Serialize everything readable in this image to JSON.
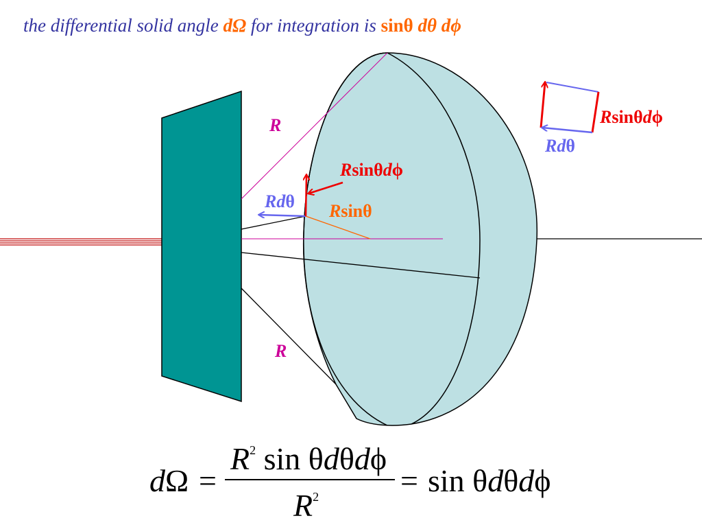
{
  "title": {
    "prefix": "the differential solid angle ",
    "d_omega": "dΩ",
    "middle": "  for integration is ",
    "sin_theta": "sinθ",
    "d_theta": "dθ",
    "d_phi": "dϕ"
  },
  "labels": {
    "r_top": "R",
    "r_bottom": "R",
    "center_arc": {
      "R": "R",
      "sin": "sinθ",
      "d": "d",
      "phi": "ϕ"
    },
    "center_rdtheta": {
      "R": "R",
      "d": "d",
      "theta": "θ"
    },
    "center_rsin": {
      "R": "R",
      "sin": "sinθ"
    },
    "inset_arc": {
      "R": "R",
      "sin": "sinθ",
      "d": "d",
      "phi": "ϕ"
    },
    "inset_rdtheta": {
      "R": "R",
      "d": "d",
      "theta": "θ"
    }
  },
  "equation": {
    "lhs_d": "d",
    "lhs_omega": "Ω",
    "equals1": "=",
    "num_R": "R",
    "num_exp": "2",
    "num_sin": "sin θ",
    "num_d1": "d",
    "num_theta": "θ",
    "num_d2": "d",
    "num_phi": "ϕ",
    "den_R": "R",
    "den_exp": "2",
    "equals2": "=",
    "rhs_sin": "sin θ",
    "rhs_d1": "d",
    "rhs_theta": "θ",
    "rhs_d2": "d",
    "rhs_phi": "ϕ"
  },
  "colors": {
    "plate": "#009593",
    "hemisphere": "#bde0e3",
    "title": "#3333a0",
    "highlight": "#ff6600",
    "magenta": "#cc0099",
    "red": "#ee0000",
    "blue": "#6666ee"
  }
}
